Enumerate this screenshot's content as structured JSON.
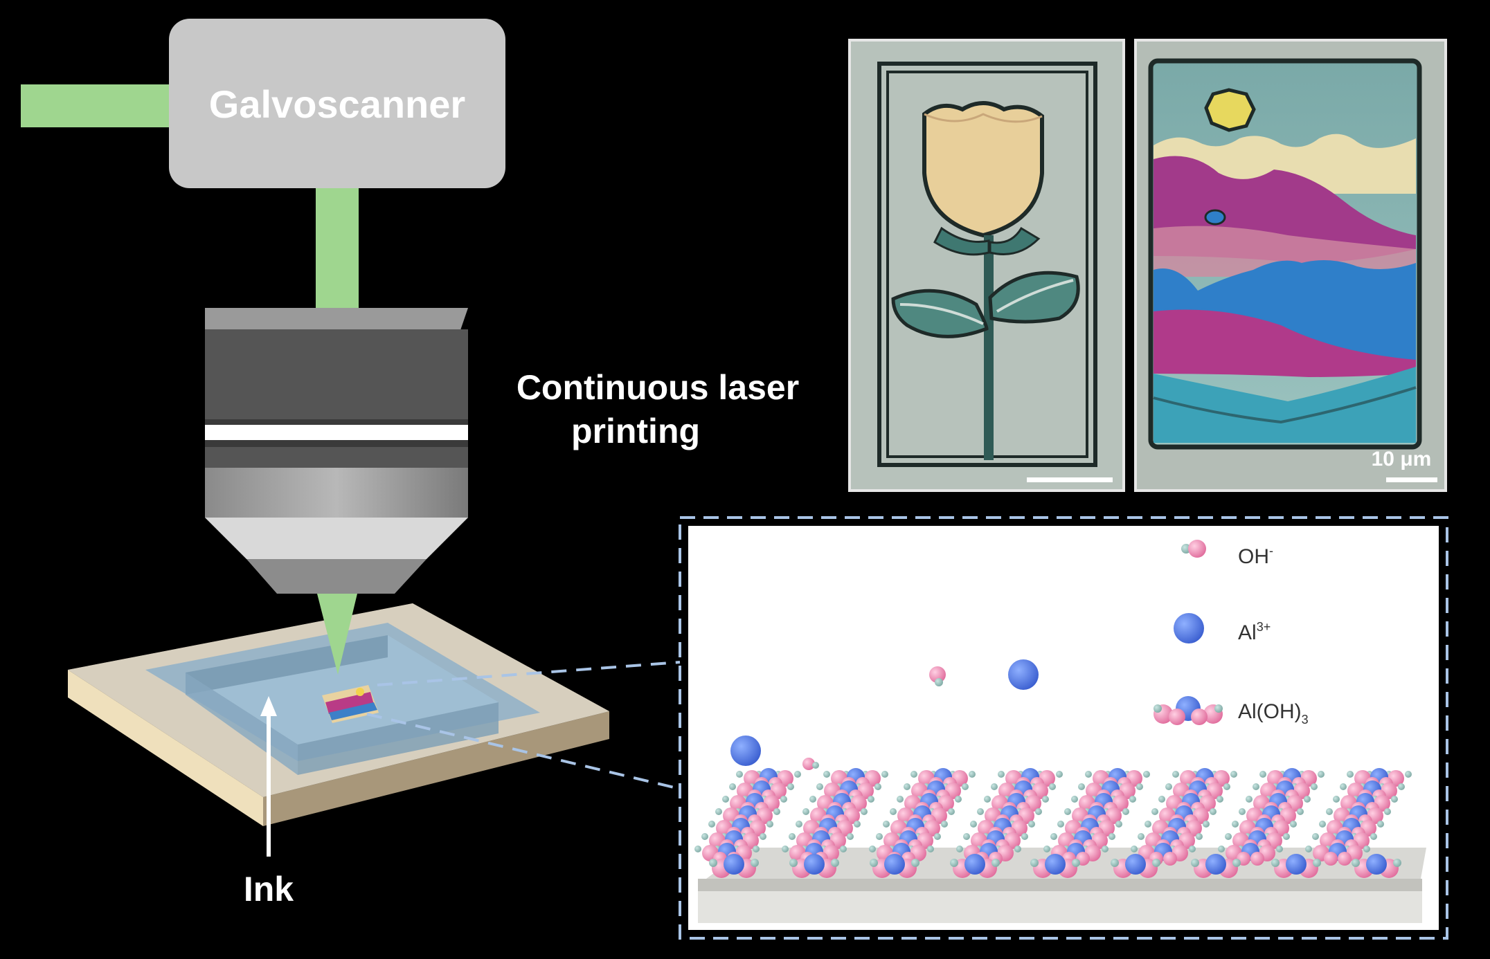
{
  "labels": {
    "galvoscanner": "Galvoscanner",
    "process_line1": "Continuous laser",
    "process_line2": "printing",
    "ink": "Ink",
    "scale_bar": "10 μm"
  },
  "legend": {
    "oh": {
      "text": "OH",
      "sup": "-"
    },
    "al": {
      "text": "Al",
      "sup": "3+"
    },
    "aloh3": {
      "text": "Al(OH)",
      "sub": "3"
    }
  },
  "colors": {
    "background": "#000000",
    "laser_beam": "#9fd68f",
    "scanner_box": "#c8c8c8",
    "oh_pink": "#ef88b4",
    "al_blue": "#5479e6",
    "h_gray": "#8fbab5"
  }
}
